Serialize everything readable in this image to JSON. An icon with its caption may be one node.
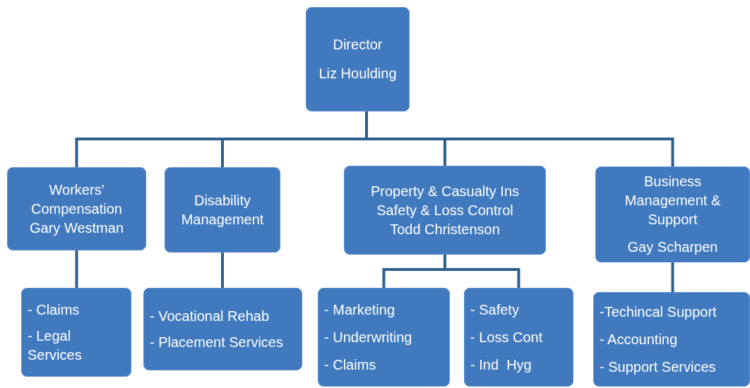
{
  "diagram": {
    "nodes": [
      {
        "text": [
          "Director",
          "Liz Houlding"
        ]
      },
      {
        "text": [
          "Workers' Compensation",
          "Gary Westman"
        ]
      },
      {
        "text": [
          "Disability Management"
        ]
      },
      {
        "text": [
          "Property & Casualty Ins",
          "Safety & Loss Control",
          "Todd Christenson"
        ]
      },
      {
        "text": [
          "Business Management & Support",
          "Gay Scharpen"
        ]
      },
      {
        "text": [
          "- Claims",
          "- Legal Services"
        ]
      },
      {
        "text": [
          "- Vocational Rehab",
          "- Placement Services"
        ]
      },
      {
        "text": [
          "- Marketing",
          "- Underwriting",
          "- Claims"
        ]
      },
      {
        "text": [
          "- Safety",
          "- Loss Cont",
          "- Ind  Hyg"
        ]
      },
      {
        "text": [
          "-Techincal Support",
          "- Accounting",
          "- Support Services"
        ]
      }
    ],
    "edges": [
      {
        "from": 0,
        "to": 1,
        "arrow": "none"
      },
      {
        "from": 0,
        "to": 2,
        "arrow": "none"
      },
      {
        "from": 0,
        "to": 3,
        "arrow": "none"
      },
      {
        "from": 0,
        "to": 4,
        "arrow": "none"
      },
      {
        "from": 1,
        "to": 5,
        "arrow": "none"
      },
      {
        "from": 2,
        "to": 6,
        "arrow": "none"
      },
      {
        "from": 3,
        "to": 7,
        "arrow": "none"
      },
      {
        "from": 3,
        "to": 8,
        "arrow": "none"
      },
      {
        "from": 4,
        "to": 9,
        "arrow": "none"
      }
    ]
  }
}
